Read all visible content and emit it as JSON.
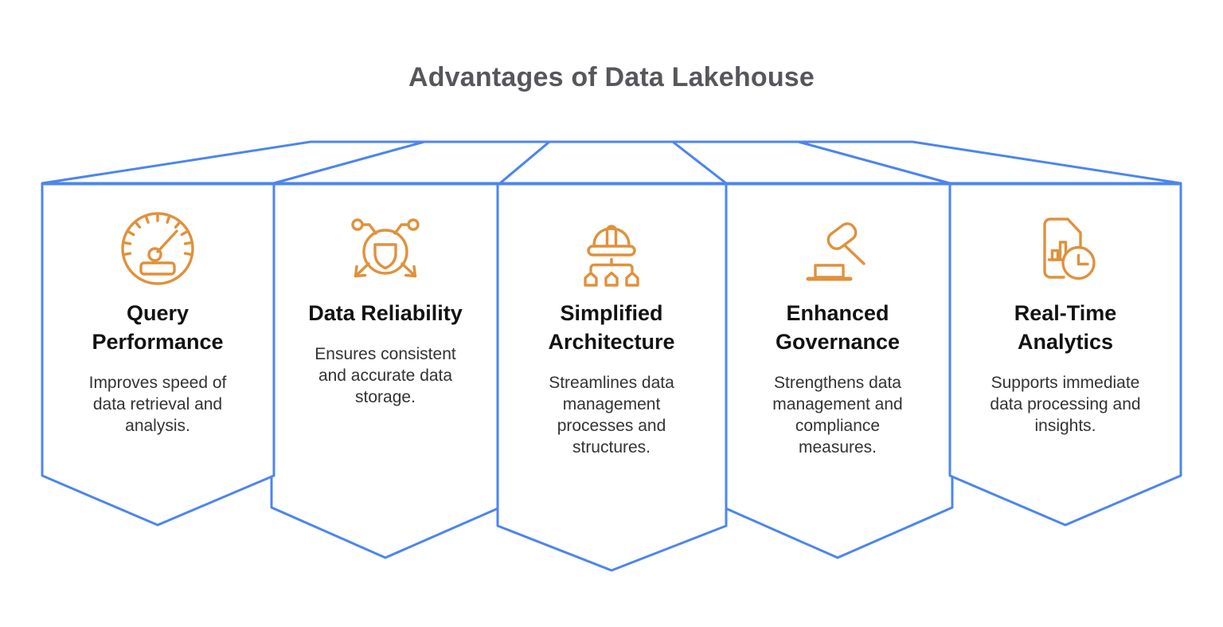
{
  "page": {
    "title": "Advantages of Data Lakehouse"
  },
  "colors": {
    "outline_blue": "#4C85F0",
    "icon_orange": "#E0913C",
    "heading_gray": "#56575B",
    "card_title": "#121212",
    "card_body": "#333333"
  },
  "banners": [
    {
      "icon": "speedometer-icon",
      "title": "Query\nPerformance",
      "description": "Improves speed of\ndata retrieval and\nanalysis."
    },
    {
      "icon": "shield-network-icon",
      "title": "Data Reliability",
      "description": "Ensures consistent\nand accurate data\nstorage."
    },
    {
      "icon": "hard-hat-hierarchy-icon",
      "title": "Simplified\nArchitecture",
      "description": "Streamlines data\nmanagement\nprocesses and\nstructures."
    },
    {
      "icon": "gavel-icon",
      "title": "Enhanced\nGovernance",
      "description": "Strengthens data\nmanagement and\ncompliance\nmeasures."
    },
    {
      "icon": "report-clock-icon",
      "title": "Real-Time\nAnalytics",
      "description": "Supports immediate\ndata processing and\ninsights."
    }
  ]
}
